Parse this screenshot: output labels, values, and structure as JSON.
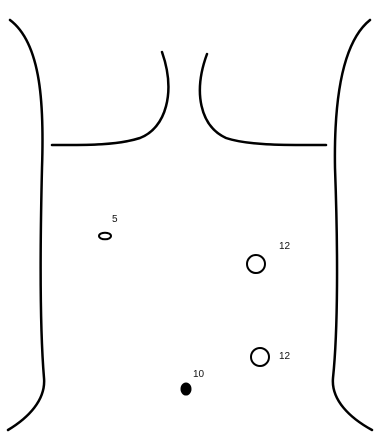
{
  "colors": {
    "background": "#ffffff",
    "stroke": "#000000"
  },
  "ports": [
    {
      "id": "port-5mm",
      "size_label": "5",
      "fill": "none",
      "shape": "ellipse"
    },
    {
      "id": "port-12mm-upper",
      "size_label": "12",
      "fill": "none",
      "shape": "circle"
    },
    {
      "id": "port-12mm-lower",
      "size_label": "12",
      "fill": "none",
      "shape": "circle"
    },
    {
      "id": "port-10mm",
      "size_label": "10",
      "fill": "#000000",
      "shape": "ellipse"
    }
  ]
}
